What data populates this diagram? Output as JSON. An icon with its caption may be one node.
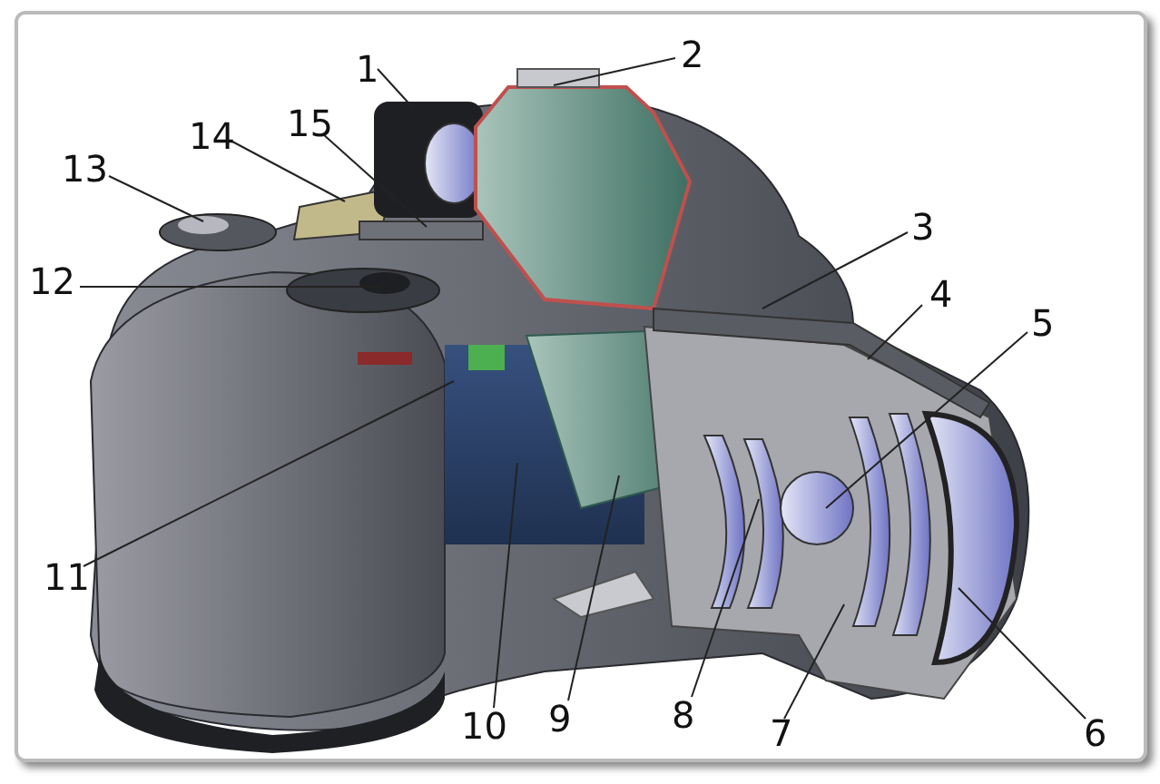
{
  "diagram": {
    "nodes": [
      {
        "text": [
          "1"
        ]
      },
      {
        "text": [
          "2"
        ]
      },
      {
        "text": [
          "3"
        ]
      },
      {
        "text": [
          "4"
        ]
      },
      {
        "text": [
          "5"
        ]
      },
      {
        "text": [
          "6"
        ]
      },
      {
        "text": [
          "7"
        ]
      },
      {
        "text": [
          "8"
        ]
      },
      {
        "text": [
          "9"
        ]
      },
      {
        "text": [
          "10"
        ]
      },
      {
        "text": [
          "11"
        ]
      },
      {
        "text": [
          "12"
        ]
      },
      {
        "text": [
          "13"
        ]
      },
      {
        "text": [
          "14"
        ]
      },
      {
        "text": [
          "15"
        ]
      }
    ],
    "edges": [
      {
        "from": 0,
        "to": null,
        "arrow": "none"
      },
      {
        "from": 1,
        "to": null,
        "arrow": "none"
      },
      {
        "from": 2,
        "to": null,
        "arrow": "none"
      },
      {
        "from": 3,
        "to": null,
        "arrow": "none"
      },
      {
        "from": 4,
        "to": null,
        "arrow": "none"
      },
      {
        "from": 5,
        "to": null,
        "arrow": "none"
      },
      {
        "from": 6,
        "to": null,
        "arrow": "none"
      },
      {
        "from": 7,
        "to": null,
        "arrow": "none"
      },
      {
        "from": 8,
        "to": null,
        "arrow": "none"
      },
      {
        "from": 9,
        "to": null,
        "arrow": "none"
      },
      {
        "from": 10,
        "to": null,
        "arrow": "none"
      },
      {
        "from": 11,
        "to": null,
        "arrow": "none"
      },
      {
        "from": 12,
        "to": null,
        "arrow": "none"
      },
      {
        "from": 13,
        "to": null,
        "arrow": "none"
      },
      {
        "from": 14,
        "to": null,
        "arrow": "none"
      }
    ]
  }
}
